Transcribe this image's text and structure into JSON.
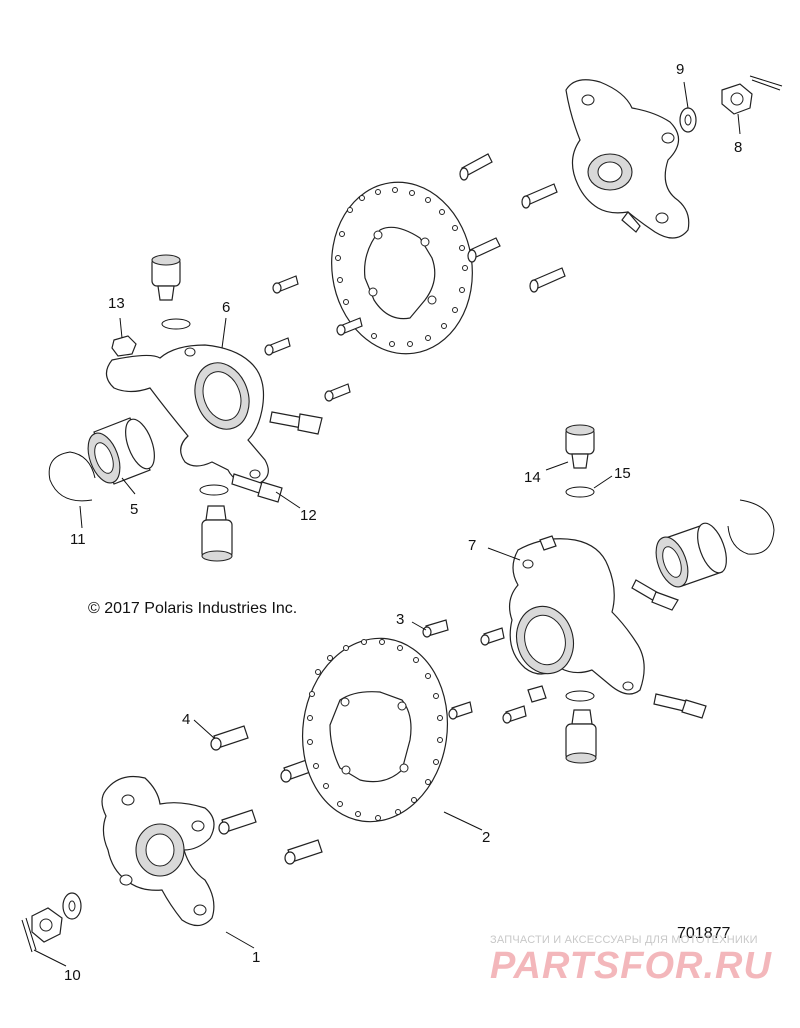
{
  "callouts": {
    "c1": "1",
    "c2": "2",
    "c3": "3",
    "c4": "4",
    "c5": "5",
    "c6": "6",
    "c7": "7",
    "c8": "8",
    "c9": "9",
    "c10": "10",
    "c11": "11",
    "c12": "12",
    "c13": "13",
    "c14": "14",
    "c15": "15"
  },
  "copyright": "© 2017 Polaris Industries Inc.",
  "drawing_number": "701877",
  "watermark": {
    "subtitle": "ЗАПЧАСТИ И АКСЕССУАРЫ ДЛЯ МОТОТЕХНИКИ",
    "logo": "PARTSFOR.RU",
    "color": "#f3b7bb"
  }
}
